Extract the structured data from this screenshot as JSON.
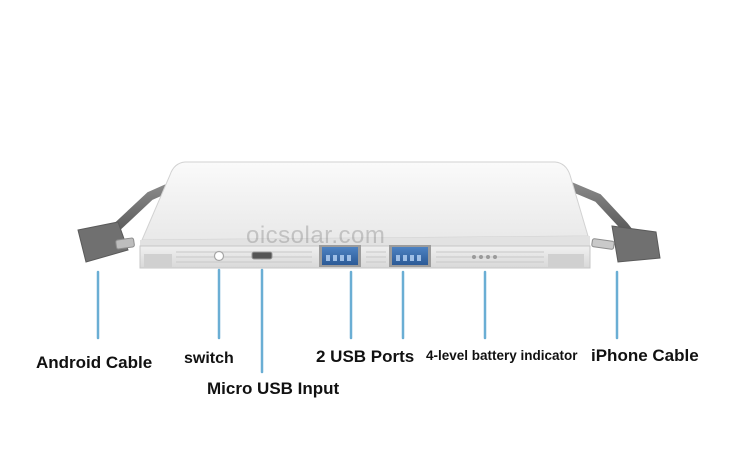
{
  "watermark": "oicsolar.com",
  "labels": {
    "android_cable": "Android Cable",
    "switch": "switch",
    "micro_usb_input": "Micro USB Input",
    "usb_ports": "2 USB Ports",
    "battery_indicator": "4-level battery indicator",
    "iphone_cable": "iPhone Cable"
  },
  "colors": {
    "background": "#ffffff",
    "device_body": "#f4f4f4",
    "cable_gray": "#6e6e6e",
    "pointer_line": "#6aaed4",
    "usb_port_blue": "#3a6fb0",
    "label_text": "#111111"
  },
  "icons": {
    "switch_button": "round-button",
    "micro_usb_port": "micro-usb-port",
    "usb_port": "usb-a-port",
    "battery_leds": "four-led-dots"
  },
  "battery_levels": 4,
  "usb_port_count": 2
}
